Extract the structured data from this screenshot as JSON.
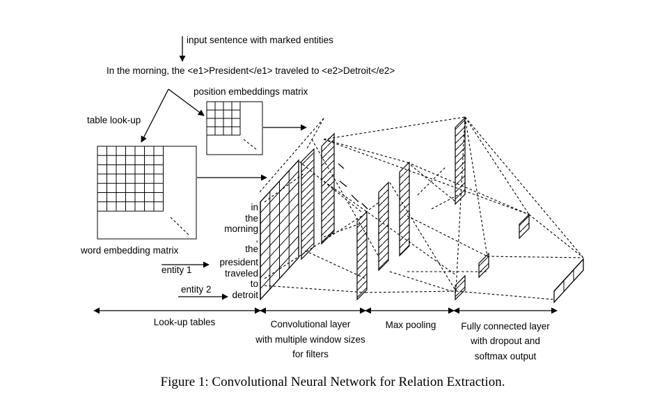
{
  "labels": {
    "input_caption": "input sentence with marked entities",
    "input_sentence": "In the morning, the <e1>President</e1> traveled to <e2>Detroit</e2>",
    "position_matrix": "position embeddings matrix",
    "table_lookup": "table look-up",
    "word_matrix": "word embedding matrix",
    "entity1": "entity 1",
    "entity2": "entity 2"
  },
  "words": [
    "in",
    "the",
    "morning",
    ",",
    "the",
    "president",
    "traveled",
    "to",
    "detroit"
  ],
  "stages": {
    "lookup": "Look-up tables",
    "conv": [
      "Convolutional layer",
      "with multiple window sizes",
      "for filters"
    ],
    "pool": "Max pooling",
    "fc": [
      "Fully connected layer",
      "with dropout and",
      "softmax output"
    ]
  },
  "caption": "Figure 1: Convolutional Neural Network for Relation Extraction."
}
